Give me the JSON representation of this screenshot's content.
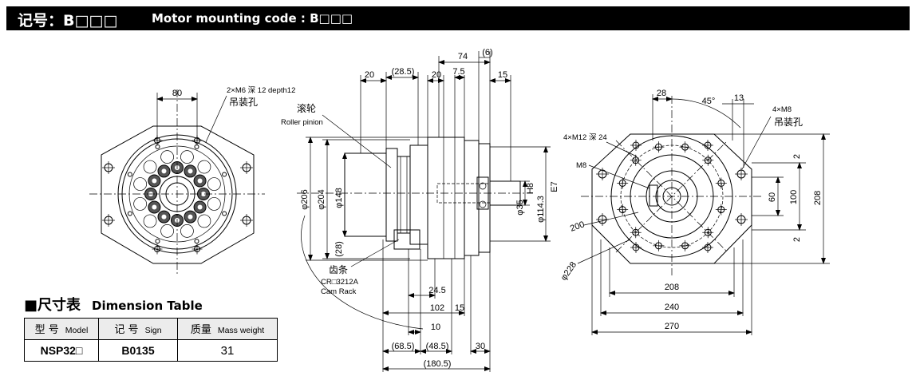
{
  "header": {
    "code_cn": "记号：B□□□",
    "code_en": "Motor mounting code : B□□□"
  },
  "front_view": {
    "width_dim": "80",
    "lift_hole_spec": "2×M6  深 12 depth12",
    "lift_hole_label": "吊装孔"
  },
  "side_view": {
    "top_dims": {
      "a": "20",
      "b": "(28.5)",
      "c": "20",
      "d": "7.5",
      "e": "74",
      "f": "(6)",
      "g": "15"
    },
    "pinion_label_cn": "滚轮",
    "pinion_label_en": "Roller pinion",
    "rack_label_cn": "齿条",
    "rack_model": "CR□3212A",
    "rack_label_en": "Cam Rack",
    "diameters": {
      "d206": "φ206",
      "d204": "φ204",
      "d148": "φ148",
      "d35": "φ35",
      "d114": "φ114.3",
      "fit_h8": "H8",
      "fit_e7": "E7",
      "rack_height": "(28)"
    },
    "bottom_dims": {
      "d24_5": "24.5",
      "d102": "102",
      "d15": "15",
      "d10": "10",
      "d68_5": "(68.5)",
      "d48_5": "(48.5)",
      "d30": "30",
      "d180_5": "(180.5)"
    }
  },
  "rear_view": {
    "offset_28": "28",
    "angle": "45°",
    "offset_13": "13",
    "lift_hole_spec": "4×M8",
    "lift_hole_label": "吊装孔",
    "mount_hole_spec": "4×M12  深  24",
    "thread_label": "M8",
    "pcd_200": "200",
    "dia_228": "φ228",
    "gap_top": "2",
    "gap_bottom": "2",
    "h60": "60",
    "h100": "100",
    "h208": "208",
    "w208": "208",
    "w240": "240",
    "w270": "270"
  },
  "table": {
    "title_cn": "■尺寸表",
    "title_en": "Dimension Table",
    "columns": [
      {
        "cn": "型  号",
        "en": "Model"
      },
      {
        "cn": "记  号",
        "en": "Sign"
      },
      {
        "cn": "质量",
        "en": "Mass weight"
      }
    ],
    "rows": [
      [
        "NSP32□",
        "B0135",
        "31"
      ]
    ]
  }
}
